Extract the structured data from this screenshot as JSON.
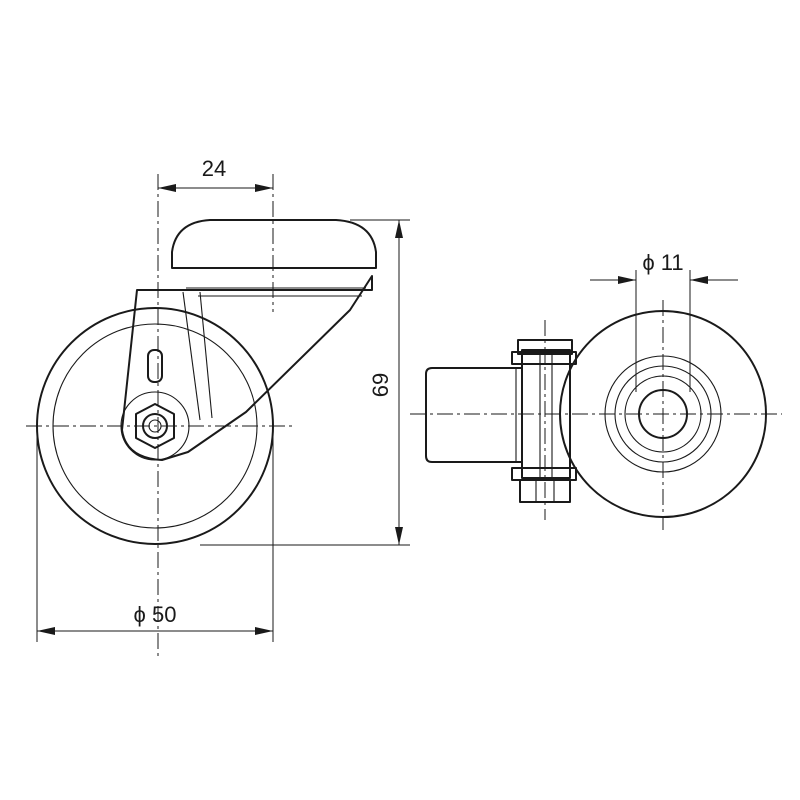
{
  "dimensions": {
    "top_width": "24",
    "height": "69",
    "wheel_diameter": "ϕ 50",
    "bore_diameter": "ϕ 11"
  }
}
